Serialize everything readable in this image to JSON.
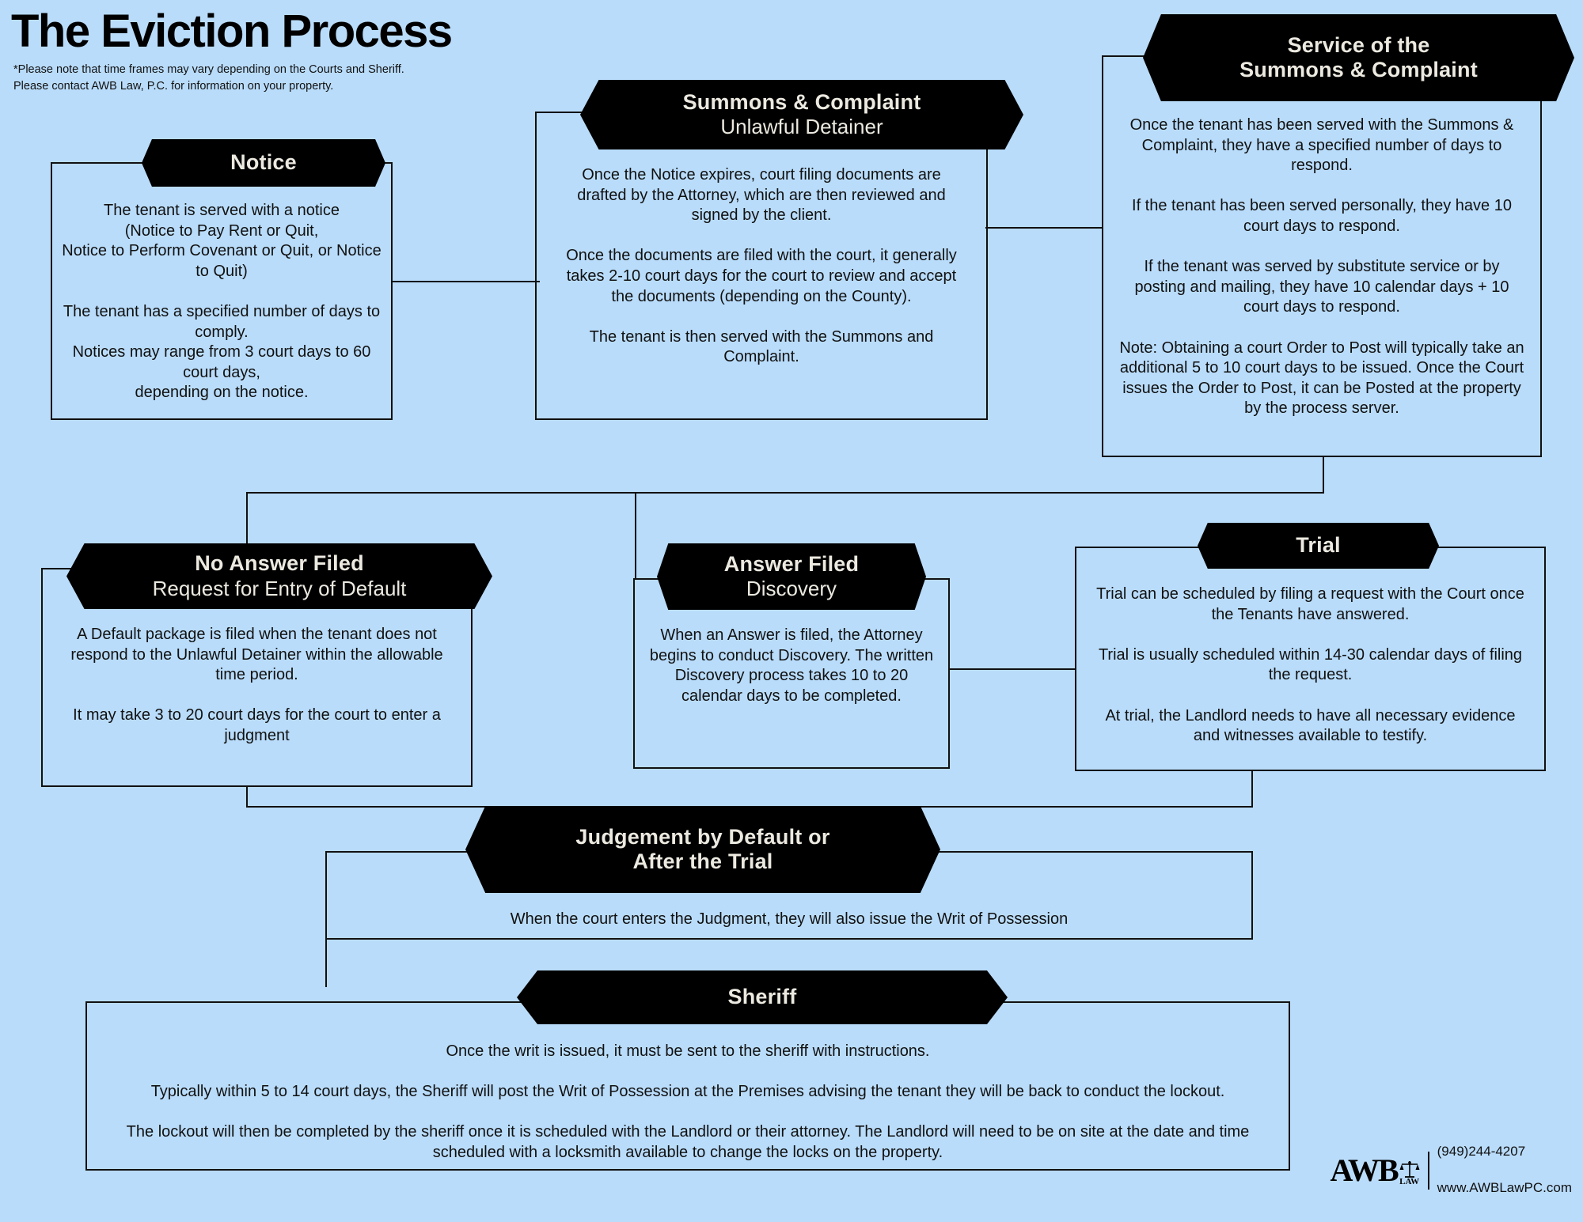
{
  "page": {
    "title": "The Eviction Process",
    "disclaimer": "*Please note that time frames may vary depending on the Courts and Sheriff.\nPlease contact AWB Law, P.C. for information on your property.",
    "background_color": "#b9dcfa",
    "banner_color": "#000000",
    "banner_text_color": "#ece9e0",
    "line_color": "#111111"
  },
  "nodes": [
    {
      "id": "notice",
      "title": "Notice",
      "subtitle": "",
      "body": "The tenant is served with a notice\n(Notice to Pay Rent or Quit,\nNotice to Perform Covenant or Quit, or Notice to Quit)\n\nThe tenant has a specified number of days to comply.\nNotices may range from 3  court days to 60 court days,\ndepending on the notice."
    },
    {
      "id": "summons-complaint",
      "title": "Summons & Complaint",
      "subtitle": "Unlawful Detainer",
      "body": "Once the Notice expires, court filing documents are drafted by the Attorney, which are then reviewed and signed by the client.\n\nOnce the documents are filed with the court, it generally takes 2-10 court days for the court to review and accept the documents (depending on the County).\n\nThe tenant is then served with the Summons and Complaint."
    },
    {
      "id": "service-of-summons",
      "title": "Service of the",
      "subtitle": "Summons & Complaint",
      "body": "Once the tenant has been served with the Summons & Complaint, they have a specified number of days to respond.\n\nIf the tenant has been served personally, they have 10 court days to respond.\n\nIf the tenant was served by substitute service or by posting and mailing, they have 10 calendar days + 10 court days to respond.\n\nNote: Obtaining a court Order to Post will typically take an additional 5 to 10 court days to be issued. Once the Court issues the Order to Post, it can be Posted at the property by the process server."
    },
    {
      "id": "no-answer-filed",
      "title": "No Answer Filed",
      "subtitle": "Request for Entry of Default",
      "body": "A Default package is filed when the tenant does not respond to the Unlawful Detainer within the allowable time period.\n\nIt may take 3 to 20 court days for the court to enter a judgment"
    },
    {
      "id": "answer-filed",
      "title": "Answer Filed",
      "subtitle": "Discovery",
      "body": "When an Answer is filed, the Attorney begins to conduct Discovery. The written Discovery process takes 10 to 20 calendar days to be completed."
    },
    {
      "id": "trial",
      "title": "Trial",
      "subtitle": "",
      "body": "Trial can be scheduled by filing a request with the Court once the Tenants have answered.\n\nTrial is usually scheduled within 14-30 calendar days of filing the request.\n\nAt trial, the Landlord needs to have all necessary evidence and witnesses available to testify."
    },
    {
      "id": "judgement",
      "title": "Judgement by Default or",
      "subtitle": "After the Trial",
      "body": "When the court enters the Judgment, they will also issue the Writ of Possession"
    },
    {
      "id": "sheriff",
      "title": "Sheriff",
      "subtitle": "",
      "body": "Once the writ is issued, it must be sent to the sheriff with instructions.\n\nTypically within 5 to 14 court days, the Sheriff will post the Writ of Possession at the Premises advising the tenant they will be back to conduct the lockout.\n\nThe lockout will then be completed by the sheriff once it is scheduled with the Landlord or their attorney. The Landlord will need to be on site at the date and time scheduled with a locksmith available to change the locks on the property."
    }
  ],
  "footer": {
    "logo_word": "AWB",
    "logo_sub": "LAW",
    "phone": "(949)244-4207",
    "website": "www.AWBLawPC.com"
  }
}
